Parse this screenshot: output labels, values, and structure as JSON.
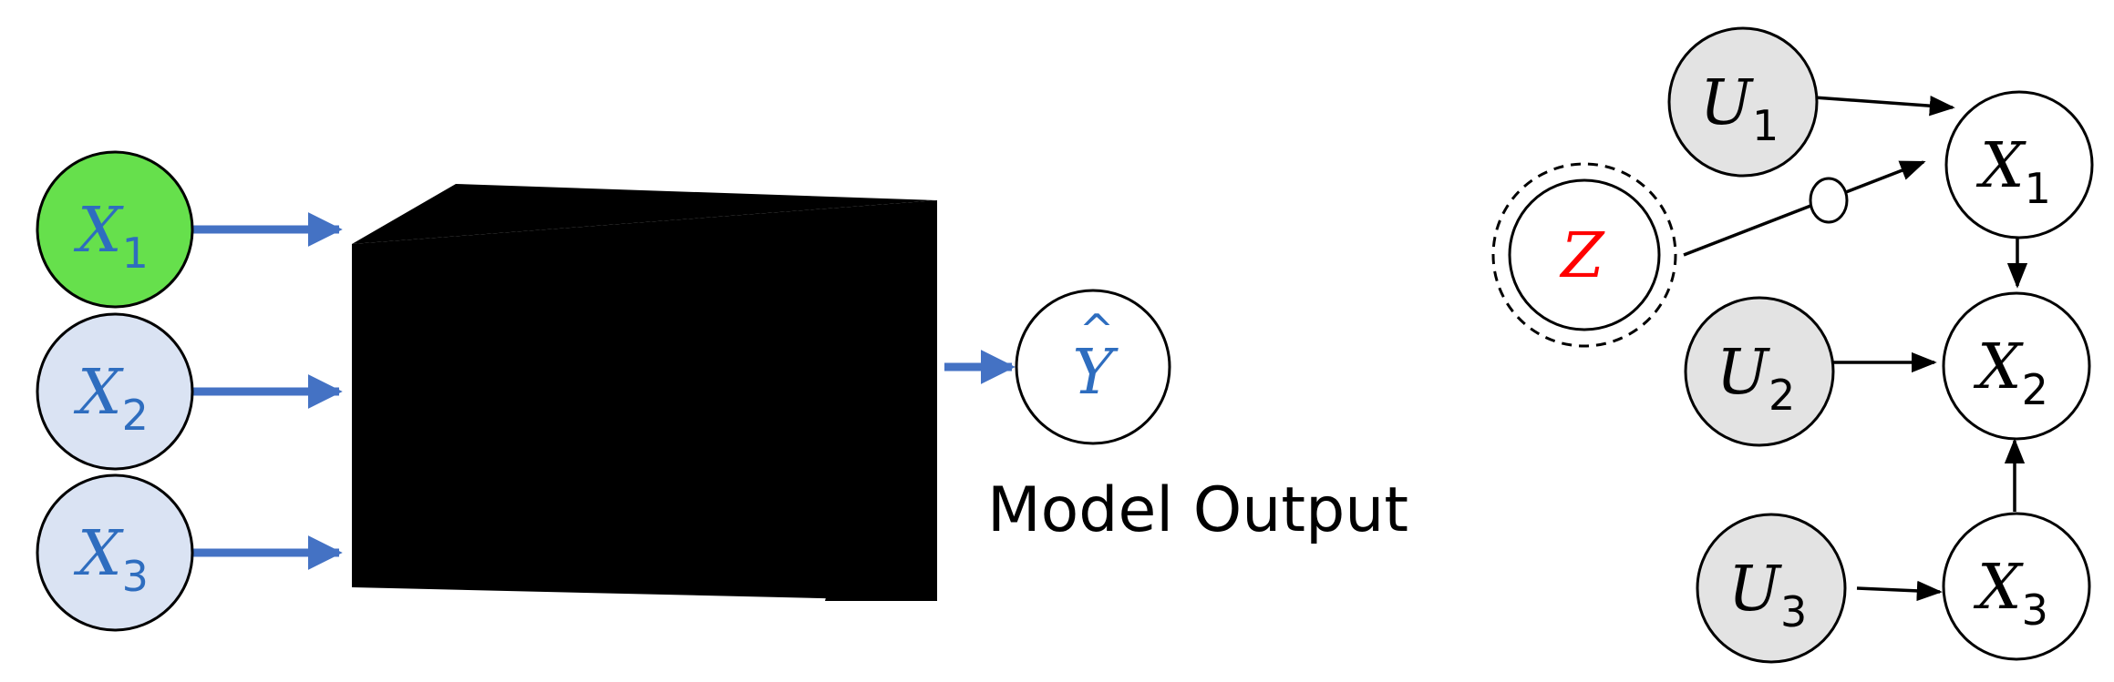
{
  "colors": {
    "blue_arrow": "#4472c4",
    "blue_text": "#2e6dbf",
    "input_highlight_fill": "#66e04c",
    "input_fill": "#dae3f3",
    "box_fill": "#000000",
    "latent_fill": "#e3e3e3",
    "z_text": "#ff0000",
    "stroke": "#000000"
  },
  "left_diagram": {
    "inputs": [
      {
        "letter": "X",
        "sub": "1",
        "highlighted": true
      },
      {
        "letter": "X",
        "sub": "2",
        "highlighted": false
      },
      {
        "letter": "X",
        "sub": "3",
        "highlighted": false
      }
    ],
    "output": {
      "letter": "Y",
      "hat": "^"
    },
    "caption": "Model Output"
  },
  "right_diagram": {
    "latents": [
      {
        "letter": "U",
        "sub": "1"
      },
      {
        "letter": "U",
        "sub": "2"
      },
      {
        "letter": "U",
        "sub": "3"
      }
    ],
    "observed": [
      {
        "letter": "X",
        "sub": "1"
      },
      {
        "letter": "X",
        "sub": "2"
      },
      {
        "letter": "X",
        "sub": "3"
      }
    ],
    "intervention": {
      "letter": "Z"
    }
  }
}
